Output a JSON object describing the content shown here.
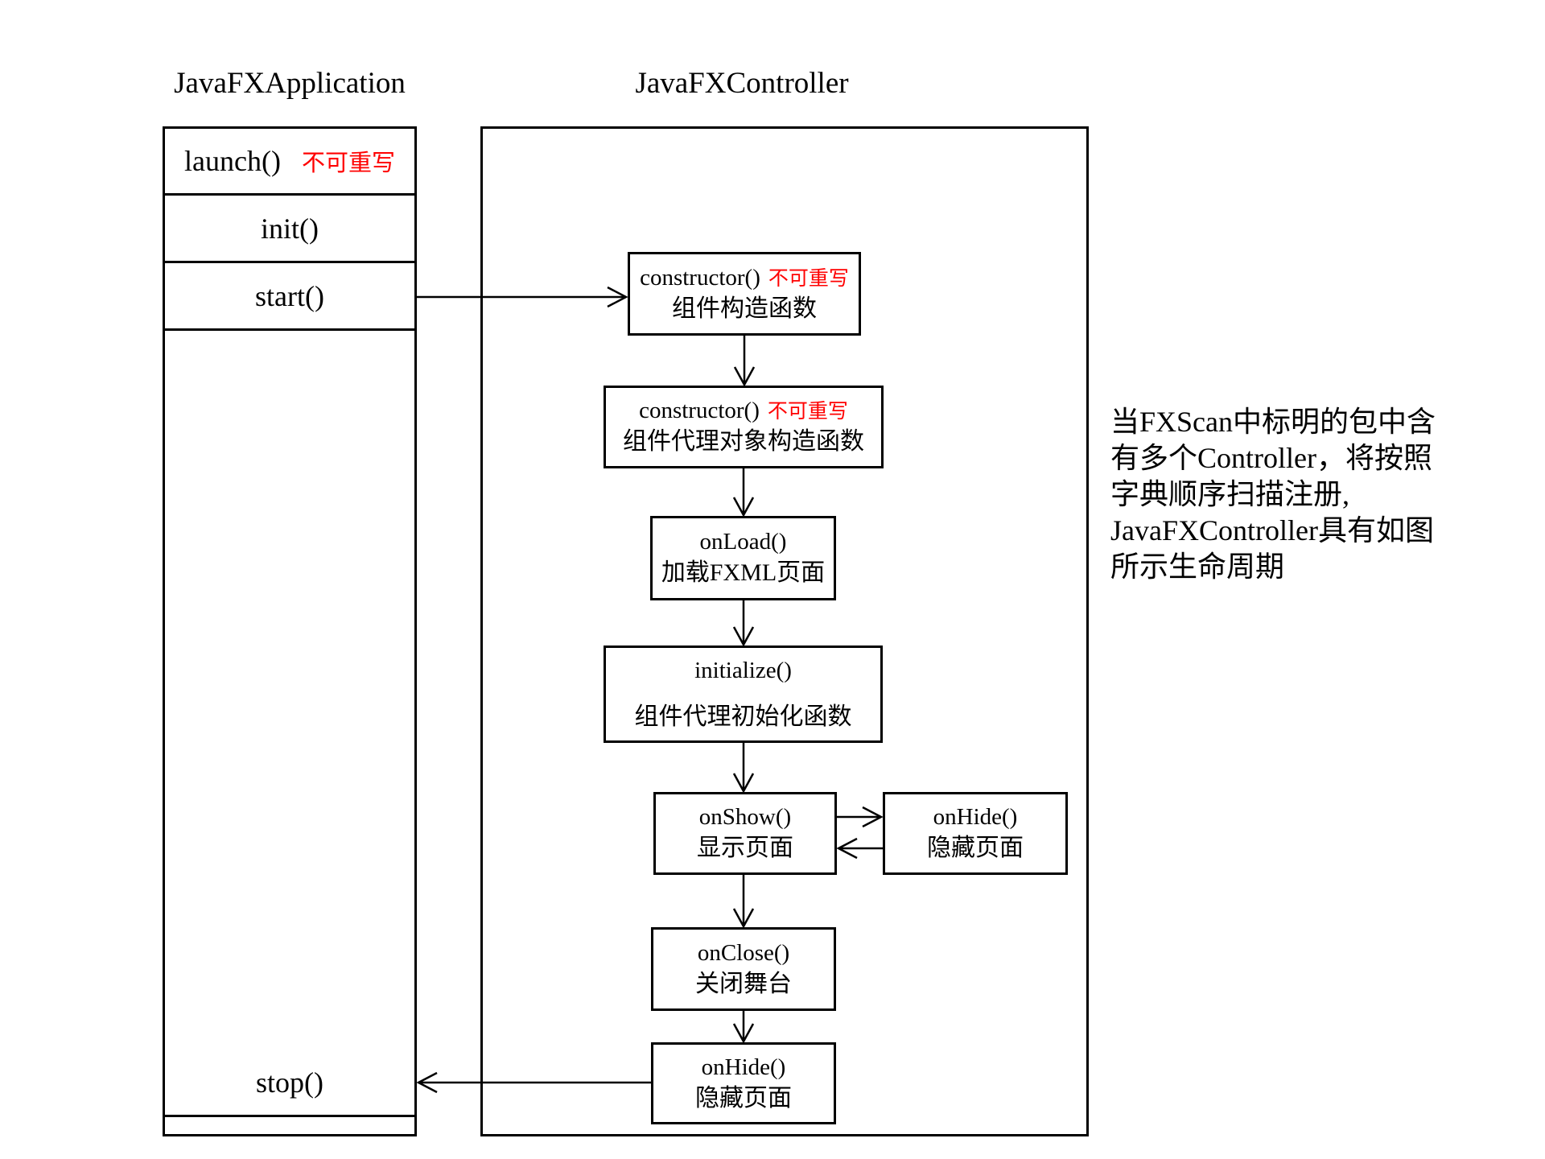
{
  "lifelines": {
    "application_title": "JavaFXApplication",
    "controller_title": "JavaFXController"
  },
  "application_box": {
    "launch_label": "launch()",
    "launch_note": "不可重写",
    "init_label": "init()",
    "start_label": "start()",
    "stop_label": "stop()"
  },
  "controller_boxes": {
    "constructor1": {
      "title": "constructor()",
      "note": "不可重写",
      "subtitle": "组件构造函数"
    },
    "constructor2": {
      "title": "constructor()",
      "note": "不可重写",
      "subtitle": "组件代理对象构造函数"
    },
    "onload": {
      "title": "onLoad()",
      "subtitle": "加载FXML页面"
    },
    "initialize": {
      "title": "initialize()",
      "subtitle": "组件代理初始化函数"
    },
    "onshow": {
      "title": "onShow()",
      "subtitle": "显示页面"
    },
    "onhide_side": {
      "title": "onHide()",
      "subtitle": "隐藏页面"
    },
    "onclose": {
      "title": "onClose()",
      "subtitle": "关闭舞台"
    },
    "onhide_bottom": {
      "title": "onHide()",
      "subtitle": "隐藏页面"
    }
  },
  "annotation": {
    "line1": "当FXScan中标明的包中含",
    "line2": "有多个Controller，将按照",
    "line3": "字典顺序扫描注册,",
    "line4": "JavaFXController具有如图",
    "line5": "所示生命周期"
  },
  "colors": {
    "note_red": "#ff0000",
    "ink": "#000000",
    "background": "#ffffff"
  }
}
